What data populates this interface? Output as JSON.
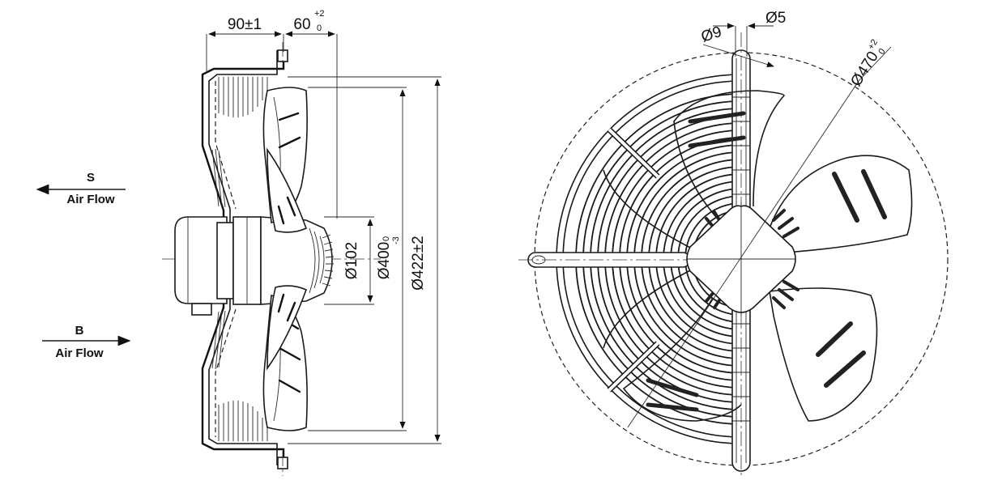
{
  "labels": {
    "suction": {
      "letter": "S",
      "text": "Air Flow"
    },
    "blowing": {
      "letter": "B",
      "text": "Air Flow"
    }
  },
  "dimensions": {
    "depth_front": "90±1",
    "depth_rear_main": "60",
    "depth_rear_tol_upper": "+2",
    "depth_rear_tol_lower": "0",
    "motor_dia": "Ø102",
    "blade_dia_main": "Ø400",
    "blade_dia_tol_upper": "0",
    "blade_dia_tol_lower": "-3",
    "guard_dia": "Ø422±2",
    "hole_dia": "Ø9",
    "slot_dia": "Ø5",
    "mount_dia_main": "Ø470",
    "mount_dia_tol_upper": "+2",
    "mount_dia_tol_lower": "0"
  },
  "colors": {
    "line": "#1a1a1a",
    "background": "#ffffff"
  }
}
